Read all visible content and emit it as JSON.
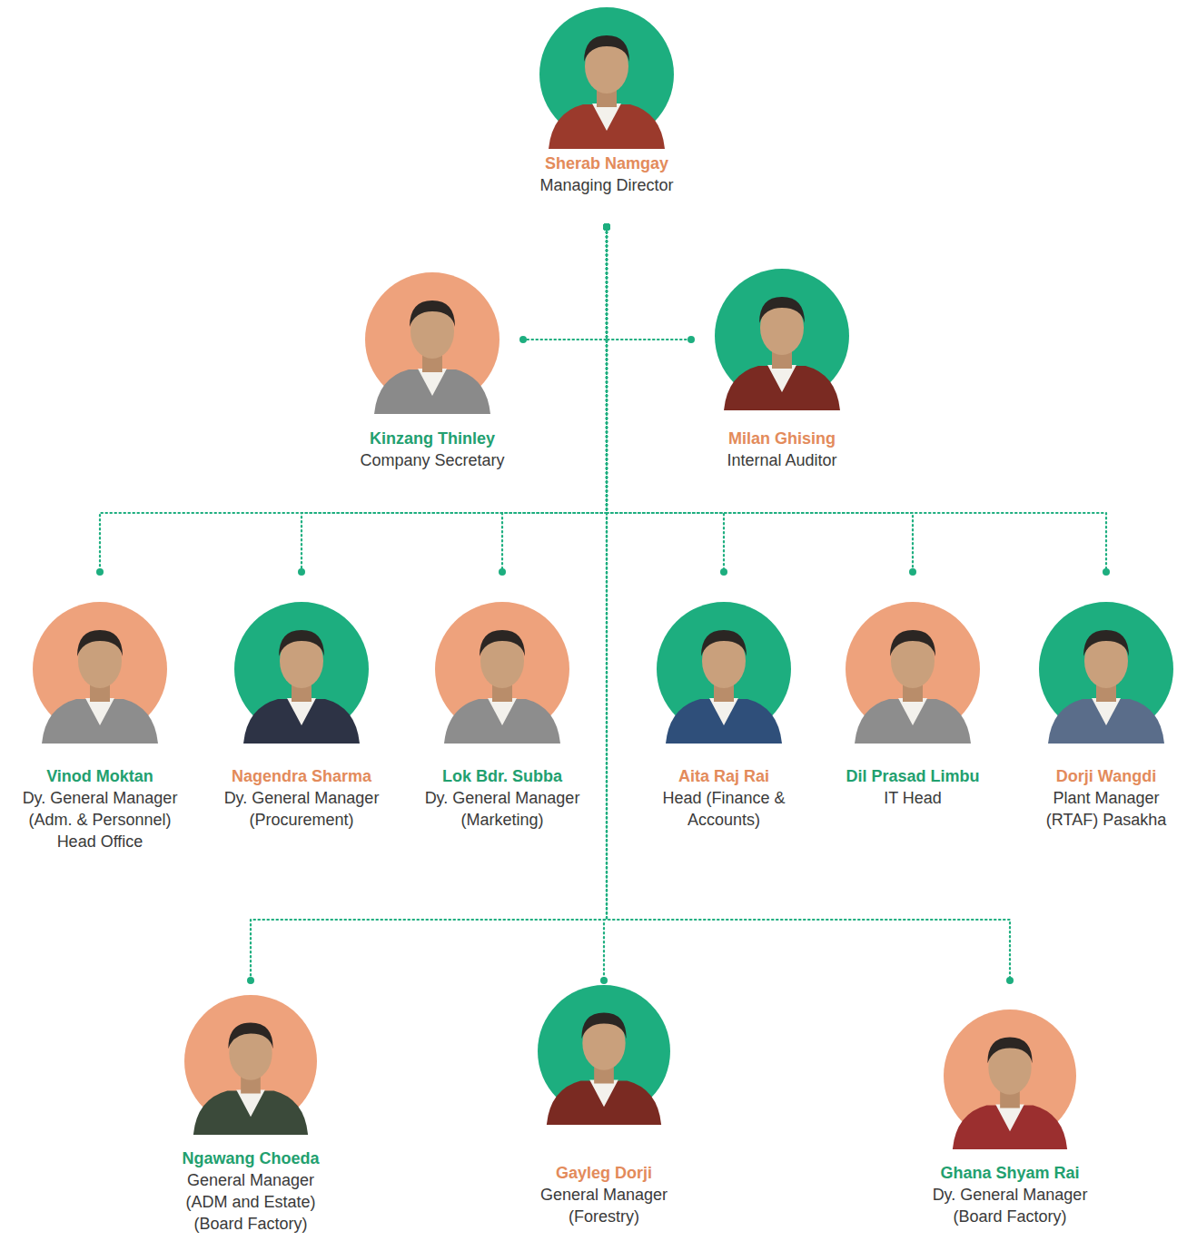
{
  "diagram": {
    "nodes": [
      {
        "text": [
          "Sherab Namgay",
          "Managing Director"
        ]
      },
      {
        "text": [
          "Kinzang Thinley",
          "Company Secretary"
        ]
      },
      {
        "text": [
          "Milan Ghising",
          "Internal Auditor"
        ]
      },
      {
        "text": [
          "Vinod Moktan",
          "Dy. General Manager (Adm. & Personnel) Head Office"
        ]
      },
      {
        "text": [
          "Nagendra Sharma",
          "Dy. General Manager (Procurement)"
        ]
      },
      {
        "text": [
          "Lok Bdr. Subba",
          "Dy. General Manager (Marketing)"
        ]
      },
      {
        "text": [
          "Aita Raj Rai",
          "Head (Finance & Accounts)"
        ]
      },
      {
        "text": [
          "Dil Prasad Limbu",
          "IT Head"
        ]
      },
      {
        "text": [
          "Dorji Wangdi",
          "Plant Manager (RTAF) Pasakha"
        ]
      },
      {
        "text": [
          "Ngawang Choeda",
          "General Manager (ADM and Estate) (Board Factory)"
        ]
      },
      {
        "text": [
          "Gayleg Dorji",
          "General Manager (Forestry)"
        ]
      },
      {
        "text": [
          "Ghana Shyam Rai",
          "Dy. General Manager (Board Factory)"
        ]
      }
    ],
    "edges": [
      {
        "from": 0,
        "to": 1,
        "arrow": "none"
      },
      {
        "from": 0,
        "to": 2,
        "arrow": "none"
      },
      {
        "from": 0,
        "to": 3,
        "arrow": "none"
      },
      {
        "from": 0,
        "to": 4,
        "arrow": "none"
      },
      {
        "from": 0,
        "to": 5,
        "arrow": "none"
      },
      {
        "from": 0,
        "to": 6,
        "arrow": "none"
      },
      {
        "from": 0,
        "to": 7,
        "arrow": "none"
      },
      {
        "from": 0,
        "to": 8,
        "arrow": "none"
      },
      {
        "from": 0,
        "to": 9,
        "arrow": "none"
      },
      {
        "from": 0,
        "to": 10,
        "arrow": "none"
      },
      {
        "from": 0,
        "to": 11,
        "arrow": "none"
      }
    ]
  }
}
